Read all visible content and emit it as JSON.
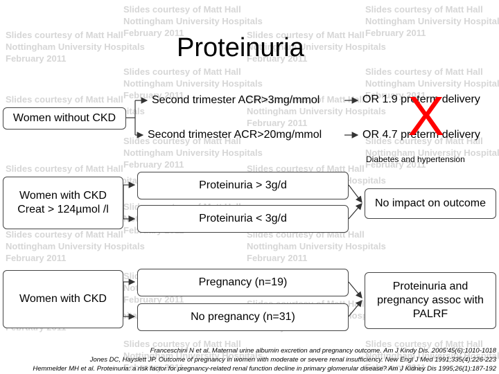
{
  "watermark": {
    "line1": "Slides courtesy of Matt Hall",
    "line2": "Nottingham University Hospitals",
    "line3": "February 2011"
  },
  "title": "Proteinuria",
  "section1": {
    "group": "Women without CKD",
    "branch1": "Second trimester ACR>3mg/mmol",
    "branch2": "Second trimester ACR>20mg/mmol",
    "outcome1": "OR 1.9 preterm delivery",
    "outcome2": "OR 4.7 preterm delivery",
    "cross_mark": "X",
    "note": "Diabetes and hypertension"
  },
  "section2": {
    "group_line1": "Women with CKD",
    "group_line2": "Creat > 124µmol /l",
    "branch1": "Proteinuria > 3g/d",
    "branch2": "Proteinuria < 3g/d",
    "outcome": "No impact on outcome"
  },
  "section3": {
    "group": "Women with CKD",
    "branch1": "Pregnancy (n=19)",
    "branch2": "No pregnancy (n=31)",
    "outcome_line1": "Proteinuria and",
    "outcome_line2": "pregnancy assoc with",
    "outcome_line3": "PALRF"
  },
  "references": [
    "Franceschini N et al. Maternal urine albumin excretion and pregnancy outcome. Am J Kindy Dis. 2005'45(6):1010-1018",
    "Jones DC, Hayslett JP. Outcome of pregnancy in women with moderate or severe renal insufficiency. New Engl J Med 1991;335(4):226-223",
    "Hemmelder MH et al. Proteinuria: a risk factor for pregnancy-related renal function decline in primary glomerular disease? Am J Kidney Dis 1995;26(1):187-192"
  ]
}
